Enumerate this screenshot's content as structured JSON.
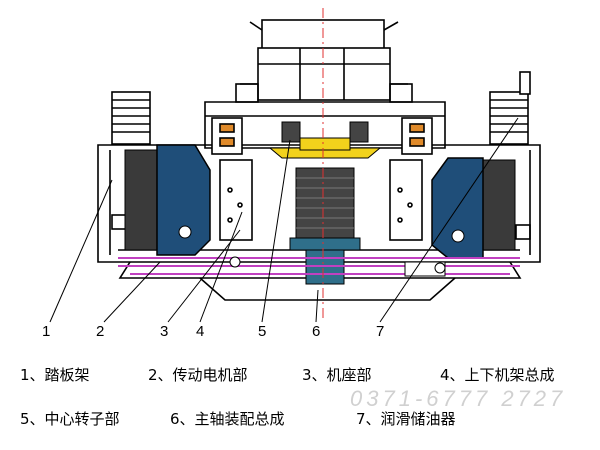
{
  "callouts": [
    "1",
    "2",
    "3",
    "4",
    "5",
    "6",
    "7"
  ],
  "legend": {
    "row1": [
      "1、踏板架",
      "2、传动电机部",
      "3、机座部",
      "4、上下机架总成"
    ],
    "row2": [
      "5、中心转子部",
      "6、主轴装配总成",
      "7、润滑储油器"
    ]
  },
  "watermark": "0371-6777 2727",
  "colors": {
    "motor_blue": "#1f4e79",
    "rotor_yellow": "#f2d21c",
    "shaft_teal": "#2f6f8a",
    "oil_line": "#c040c0",
    "center_line": "#e03030"
  }
}
